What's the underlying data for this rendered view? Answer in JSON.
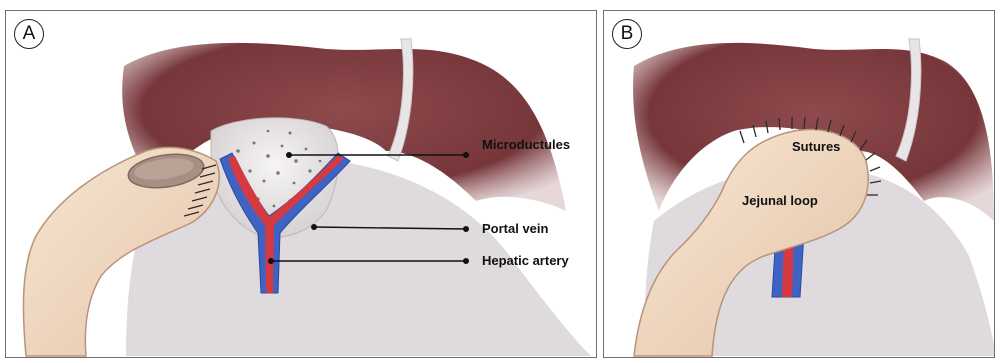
{
  "panel_a": {
    "badge": "A",
    "labels": {
      "microductules": "Microductules",
      "portal_vein": "Portal vein",
      "hepatic_artery": "Hepatic artery"
    }
  },
  "panel_b": {
    "badge": "B",
    "labels": {
      "sutures": "Sutures",
      "jejunal_loop": "Jejunal loop"
    }
  },
  "colors": {
    "liver": "#7a3a3e",
    "hilum_tissue": "#d9d5d8",
    "portal_vein": "#3f63c4",
    "hepatic_artery": "#d53a40",
    "bowel": "#f2dcc6",
    "suture": "#2b2b2b"
  }
}
